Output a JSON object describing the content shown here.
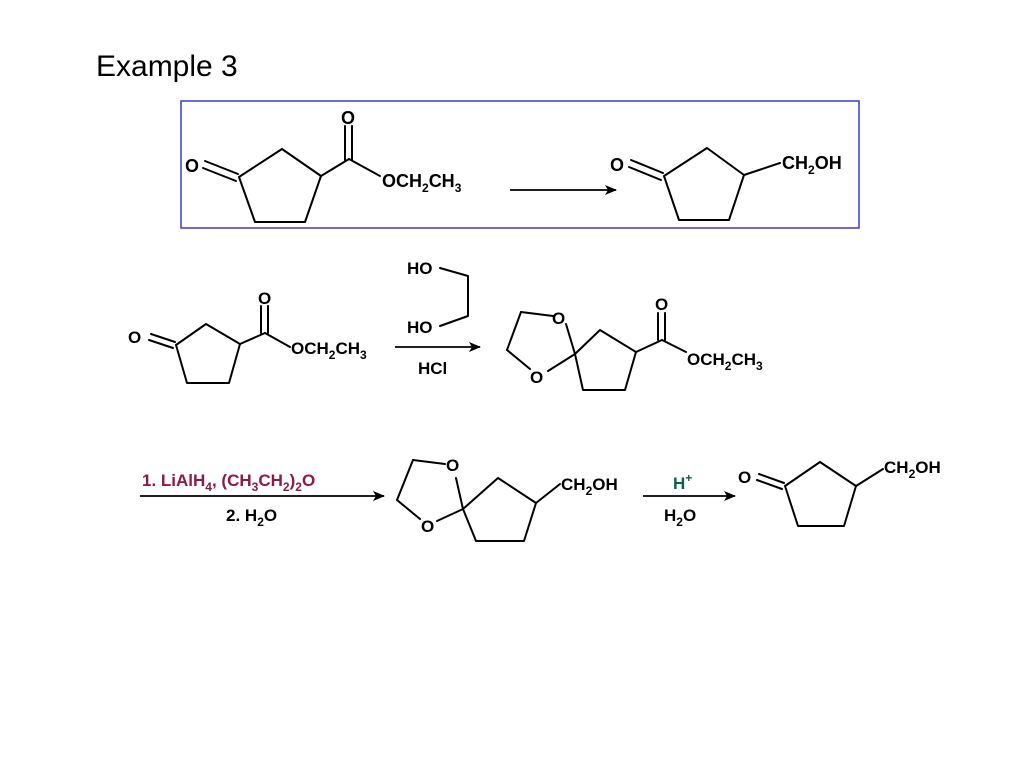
{
  "slide": {
    "title": "Example 3"
  },
  "colors": {
    "box_border": "#3b3bd9",
    "reagent_primary": "#8b1a4a",
    "reagent_acid": "#0b5f4f",
    "ink": "#000000"
  },
  "atoms": {
    "oxygen": "O",
    "ch2": "CH",
    "ch3": "CH",
    "oh": "OH",
    "och2": "OCH",
    "sub2": "2",
    "sub3": "3",
    "ho": "HO"
  },
  "step1": {
    "reagent_glycol_top": "HO",
    "reagent_glycol_bottom": "HO",
    "catalyst": "HCl"
  },
  "step2": {
    "reagent_line1_prefix": "1. LiAlH",
    "reagent_line1_sub4": "4",
    "reagent_line1_mid": ", (CH",
    "reagent_line1_sub3": "3",
    "reagent_line1_mid2": "CH",
    "reagent_line1_sub2a": "2",
    "reagent_line1_mid3": ")",
    "reagent_line1_sub2b": "2",
    "reagent_line1_end": "O",
    "reagent_line2_prefix": "2. H",
    "reagent_line2_sub": "2",
    "reagent_line2_end": "O"
  },
  "step3": {
    "acid": "H",
    "acid_sup": "+",
    "water_prefix": "H",
    "water_sub": "2",
    "water_end": "O"
  }
}
